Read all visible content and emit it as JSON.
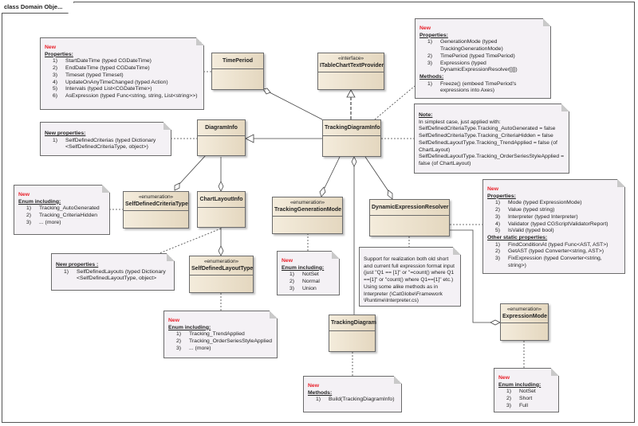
{
  "frame": {
    "title": "class Domain Obje..."
  },
  "classes": {
    "time_period": {
      "name": "TimePeriod"
    },
    "itable": {
      "stereotype": "«interface»",
      "name": "ITableChartTextProvider"
    },
    "diagram_info": {
      "name": "DiagramInfo"
    },
    "tracking_diagram_info": {
      "name": "TrackingDiagramInfo"
    },
    "criteria_type": {
      "stereotype": "«enumeration»",
      "name": "SelfDefinedCriteriaType"
    },
    "chart_layout_info": {
      "name": "ChartLayoutInfo"
    },
    "generation_mode": {
      "stereotype": "«enumeration»",
      "name": "TrackingGenerationMode"
    },
    "layout_type": {
      "stereotype": "«enumeration»",
      "name": "SelfDefinedLayoutType"
    },
    "resolver": {
      "name": "DynamicExpressionResolver"
    },
    "tracking_diagram": {
      "name": "TrackingDiagram"
    },
    "expression_mode": {
      "stereotype": "«enumeration»",
      "name": "ExpressionMode"
    }
  },
  "notes": {
    "time_period": {
      "new": "New",
      "heading": "Properties:",
      "items": [
        {
          "n": "1)",
          "t": "StartDateTime (typed CGDateTime)"
        },
        {
          "n": "2)",
          "t": "EndDateTime (typed CGDateTime)"
        },
        {
          "n": "3)",
          "t": "Timeset (typed Timeset)"
        },
        {
          "n": "4)",
          "t": "UpdateOnAnyTimeChanged (typed Action)"
        },
        {
          "n": "5)",
          "t": "Intervals (typed List<CGDateTime>)"
        },
        {
          "n": "6)",
          "t": "AsExpression (typed Func<string, string, List<string>>)"
        }
      ]
    },
    "diagram_info": {
      "heading": "New properties:",
      "items": [
        {
          "n": "1)",
          "t": "SelfDefinedCriterias (typed Dictionary <SelfDefinedCriteriaType, object>)"
        }
      ]
    },
    "tracking_info_props": {
      "new": "New",
      "heading": "Properties:",
      "items": [
        {
          "n": "1)",
          "t": "GenerationMode (typed TrackingGenerationMode)"
        },
        {
          "n": "2)",
          "t": "TimePeriod (typed TimePeriod)"
        },
        {
          "n": "3)",
          "t": "Expressions (typed DynamicExpressionResolver[][])"
        }
      ],
      "heading2": "Methods:",
      "items2": [
        {
          "n": "1)",
          "t": "Freeze() (embeed TimePeriod's expressions into Axes)"
        }
      ]
    },
    "simplest_case": {
      "heading": "Note:",
      "lines": [
        "In simplest case, just applied with:",
        "SelfDefinedCriteriaType.Tracking_AutoGenerated = false",
        "SelfDefinedCriteriaType.Tracking_CriteriaHidden = false",
        "SelfDefinedLayoutType.Tracking_TrendApplied = false (of ChartLayout)",
        "SelfDefinedLayoutType.Tracking_OrderSeriesStyleApplied = false (of ChartLayout)"
      ]
    },
    "criteria_enum": {
      "new": "New",
      "heading": "Enum including:",
      "items": [
        {
          "n": "1)",
          "t": "Tracking_AutoGenerated"
        },
        {
          "n": "2)",
          "t": "Tracking_CriteriaHidden"
        },
        {
          "n": "3)",
          "t": "... (more)"
        }
      ]
    },
    "chart_layout": {
      "heading": "New properties :",
      "items": [
        {
          "n": "1)",
          "t": "SelfDefinedLayouts (typed Dictionary <SelfDefinedLayoutType, object>"
        }
      ]
    },
    "layout_enum": {
      "new": "New",
      "heading": "Enum including:",
      "items": [
        {
          "n": "1)",
          "t": "Tracking_TrendApplied"
        },
        {
          "n": "2)",
          "t": "Tracking_OrderSeriesStyleApplied"
        },
        {
          "n": "3)",
          "t": "... (more)"
        }
      ]
    },
    "generation_enum": {
      "new": "New",
      "heading": "Enum including:",
      "items": [
        {
          "n": "1)",
          "t": "NotSet"
        },
        {
          "n": "2)",
          "t": "Normal"
        },
        {
          "n": "3)",
          "t": "Union"
        }
      ]
    },
    "resolver_support": {
      "text": "Support for realization both old short and current full expression format input (just \"Q1 == [1]\" or \"=count() where Q1 ==[1]\" or \"count() where Q1==[1]\" etc.) Using some alike methods as in Interpreter (\\CatGlobe\\Framework \\Runtime\\Interpreter.cs)"
    },
    "resolver_props": {
      "new": "New",
      "heading": "Properties:",
      "items": [
        {
          "n": "1)",
          "t": "Mode (typed ExpressionMode)"
        },
        {
          "n": "2)",
          "t": "Value (typed string)"
        },
        {
          "n": "3)",
          "t": "Interpreter (typed Interpreter)"
        },
        {
          "n": "4)",
          "t": "Validator (typed CGScriptValidatorReport)"
        },
        {
          "n": "5)",
          "t": "IsValid (typed bool)"
        }
      ],
      "heading2": "Other static properties:",
      "items2": [
        {
          "n": "1)",
          "t": "FindConditionAt (typed Func<AST, AST>)"
        },
        {
          "n": "2)",
          "t": "GetAST (typed Converter<string, AST>)"
        },
        {
          "n": "3)",
          "t": "FixExpression (typed Converter<string, string>)"
        }
      ]
    },
    "tracking_diagram": {
      "new": "New",
      "heading": "Methods:",
      "items": [
        {
          "n": "1)",
          "t": "Build(TrackingDiagramInfo)"
        }
      ]
    },
    "expression_enum": {
      "new": "New",
      "heading": "Enum including:",
      "items": [
        {
          "n": "1)",
          "t": "NotSet"
        },
        {
          "n": "2)",
          "t": "Short"
        },
        {
          "n": "3)",
          "t": "Full"
        }
      ]
    }
  }
}
